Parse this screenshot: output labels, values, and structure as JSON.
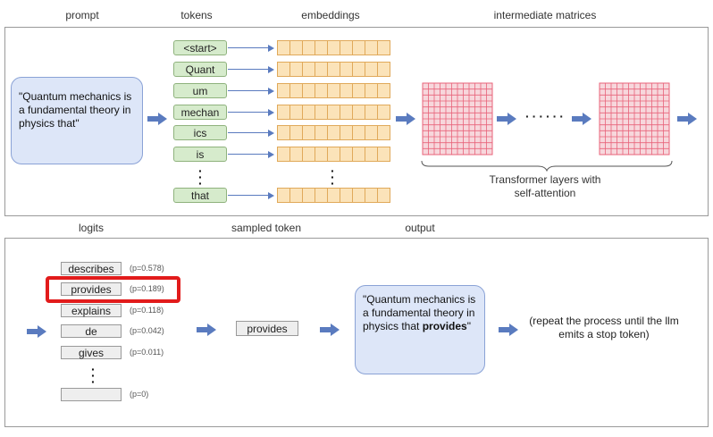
{
  "headers_top": {
    "prompt": "prompt",
    "tokens": "tokens",
    "embeddings": "embeddings",
    "intermediate": "intermediate matrices"
  },
  "prompt_text": "\"Quantum mechanics is a fundamental theory in physics that\"",
  "tokens": [
    "<start>",
    "Quant",
    "um",
    "mechan",
    "ics",
    "is",
    "that"
  ],
  "transformer_label": "Transformer layers with self-attention",
  "headers_bottom": {
    "logits": "logits",
    "sampled": "sampled token",
    "output": "output"
  },
  "logits": [
    {
      "token": "describes",
      "prob": "(p=0.578)"
    },
    {
      "token": "provides",
      "prob": "(p=0.189)"
    },
    {
      "token": "explains",
      "prob": "(p=0.118)"
    },
    {
      "token": "de",
      "prob": "(p=0.042)"
    },
    {
      "token": "gives",
      "prob": "(p=0.011)"
    },
    {
      "token": "",
      "prob": "(p=0)"
    }
  ],
  "sampled_token": "provides",
  "output_text_pre": "\"Quantum mechanics is a fundamental theory in physics that",
  "output_text_bold": "provides",
  "output_text_post": "\"",
  "repeat_note": "(repeat the process until the llm emits a stop token)",
  "colors": {
    "highlight": "#e21b1b",
    "arrow": "#5a7bbf",
    "grid": "#e8637a"
  }
}
